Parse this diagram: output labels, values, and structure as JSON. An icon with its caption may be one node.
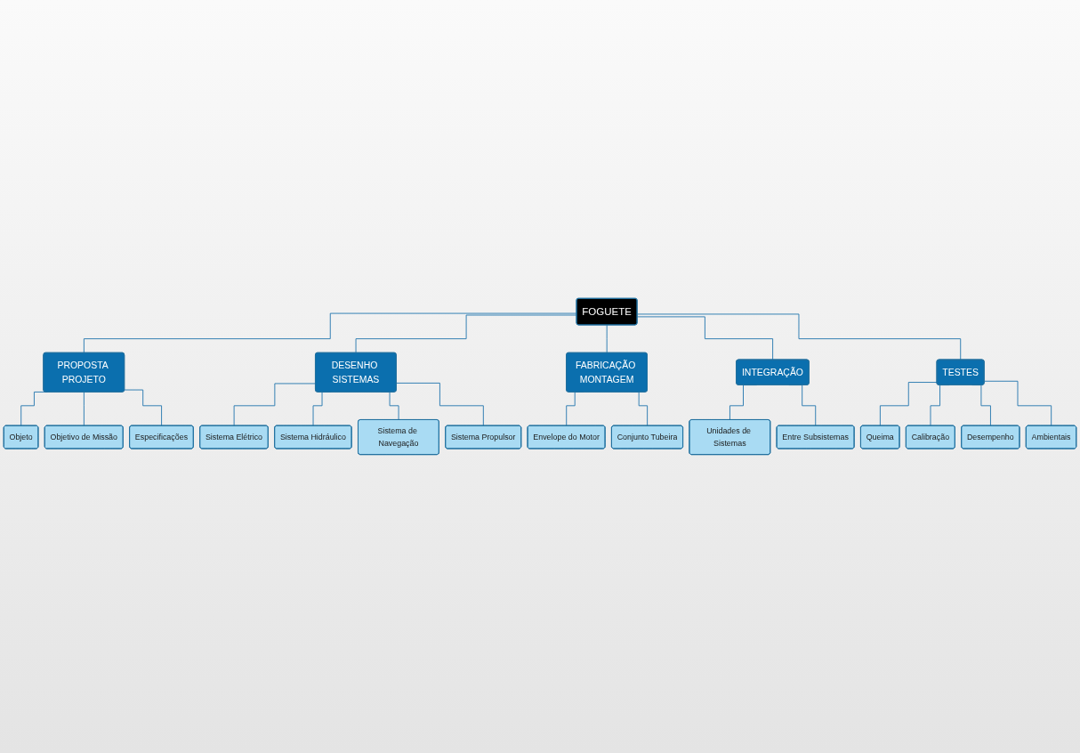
{
  "diagram": {
    "nodes": [
      {
        "text": [
          "FOGUETE"
        ]
      },
      {
        "text": [
          "PROPOSTA PROJETO"
        ]
      },
      {
        "text": [
          "DESENHO SISTEMAS"
        ]
      },
      {
        "text": [
          "FABRICAÇÃO MONTAGEM"
        ]
      },
      {
        "text": [
          "INTEGRAÇÃO"
        ]
      },
      {
        "text": [
          "TESTES"
        ]
      },
      {
        "text": [
          "Objeto"
        ]
      },
      {
        "text": [
          "Objetivo de Missão"
        ]
      },
      {
        "text": [
          "Especificações"
        ]
      },
      {
        "text": [
          "Sistema Elétrico"
        ]
      },
      {
        "text": [
          "Sistema Hidráulico"
        ]
      },
      {
        "text": [
          "Sistema de Navegação"
        ]
      },
      {
        "text": [
          "Sistema Propulsor"
        ]
      },
      {
        "text": [
          "Envelope do Motor"
        ]
      },
      {
        "text": [
          "Conjunto Tubeira"
        ]
      },
      {
        "text": [
          "Unidades de Sistemas"
        ]
      },
      {
        "text": [
          "Entre Subsistemas"
        ]
      },
      {
        "text": [
          "Queima"
        ]
      },
      {
        "text": [
          "Calibração"
        ]
      },
      {
        "text": [
          "Desempenho"
        ]
      },
      {
        "text": [
          "Ambientais"
        ]
      }
    ],
    "edges": [
      {
        "from": 0,
        "to": 1,
        "arrow": "none"
      },
      {
        "from": 0,
        "to": 2,
        "arrow": "none"
      },
      {
        "from": 0,
        "to": 3,
        "arrow": "none"
      },
      {
        "from": 0,
        "to": 4,
        "arrow": "none"
      },
      {
        "from": 0,
        "to": 5,
        "arrow": "none"
      },
      {
        "from": 1,
        "to": 6,
        "arrow": "none"
      },
      {
        "from": 1,
        "to": 7,
        "arrow": "none"
      },
      {
        "from": 1,
        "to": 8,
        "arrow": "none"
      },
      {
        "from": 2,
        "to": 9,
        "arrow": "none"
      },
      {
        "from": 2,
        "to": 10,
        "arrow": "none"
      },
      {
        "from": 2,
        "to": 11,
        "arrow": "none"
      },
      {
        "from": 2,
        "to": 12,
        "arrow": "none"
      },
      {
        "from": 3,
        "to": 13,
        "arrow": "none"
      },
      {
        "from": 3,
        "to": 14,
        "arrow": "none"
      },
      {
        "from": 4,
        "to": 15,
        "arrow": "none"
      },
      {
        "from": 4,
        "to": 16,
        "arrow": "none"
      },
      {
        "from": 5,
        "to": 17,
        "arrow": "none"
      },
      {
        "from": 5,
        "to": 18,
        "arrow": "none"
      },
      {
        "from": 5,
        "to": 19,
        "arrow": "none"
      },
      {
        "from": 5,
        "to": 20,
        "arrow": "none"
      }
    ]
  }
}
